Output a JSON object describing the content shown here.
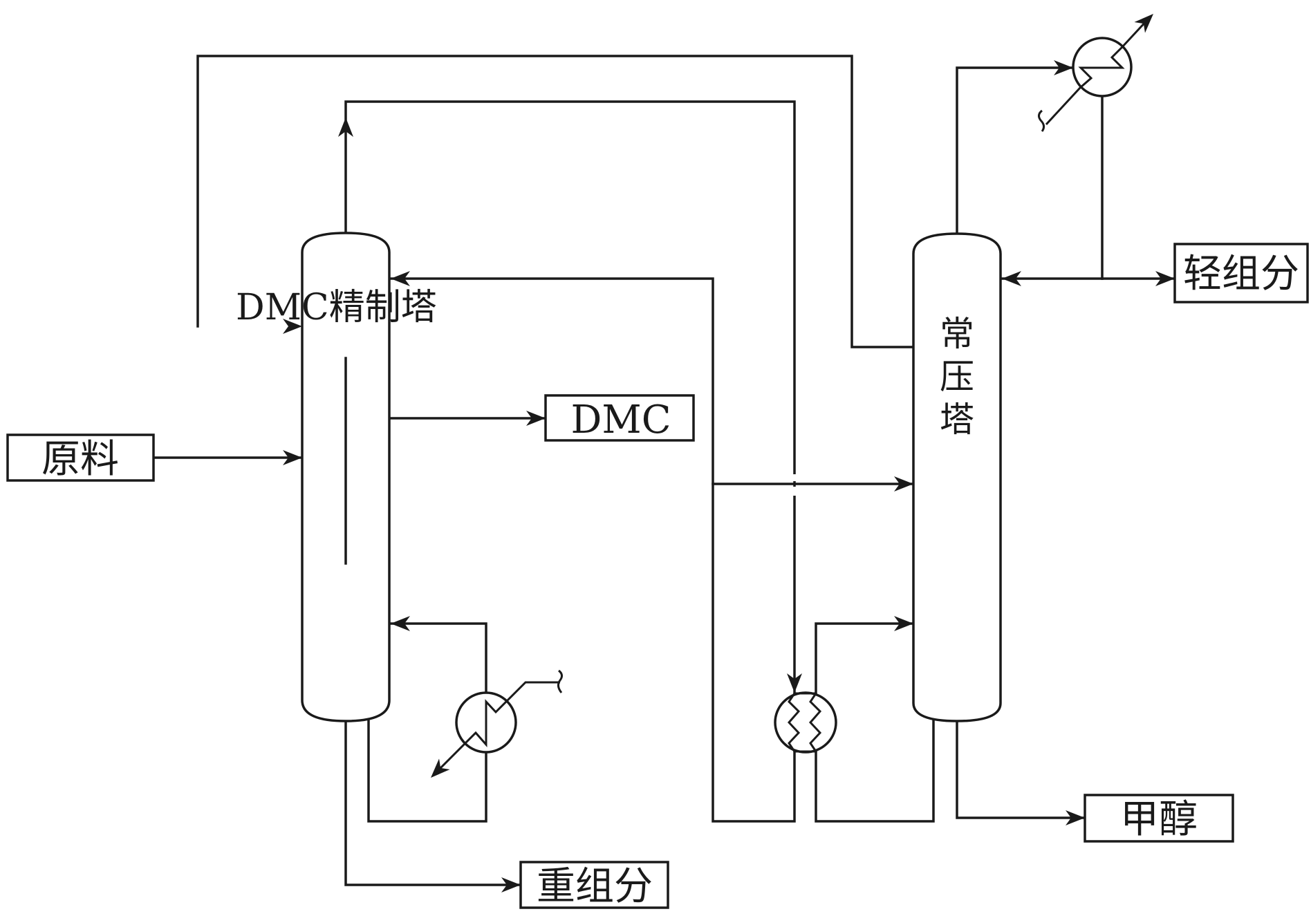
{
  "diagram": {
    "title": "DMC精制塔与常压塔分离工艺流程",
    "colors": {
      "line": "#1a1a1a",
      "background": "#ffffff"
    },
    "columns": {
      "dmc_refining": {
        "label": "DMC精制塔"
      },
      "atmospheric": {
        "label_chars": [
          "常",
          "压",
          "塔"
        ]
      }
    },
    "streams": {
      "feed": "原料",
      "dmc_product": "DMC",
      "heavy_components": "重组分",
      "light_components": "轻组分",
      "methanol": "甲醇"
    },
    "equipment_icons": {
      "condenser": "condenser-icon",
      "reboiler": "reboiler-icon",
      "heat_exchanger": "heat-exchanger-icon",
      "arrow": "flow-arrow-icon"
    }
  }
}
